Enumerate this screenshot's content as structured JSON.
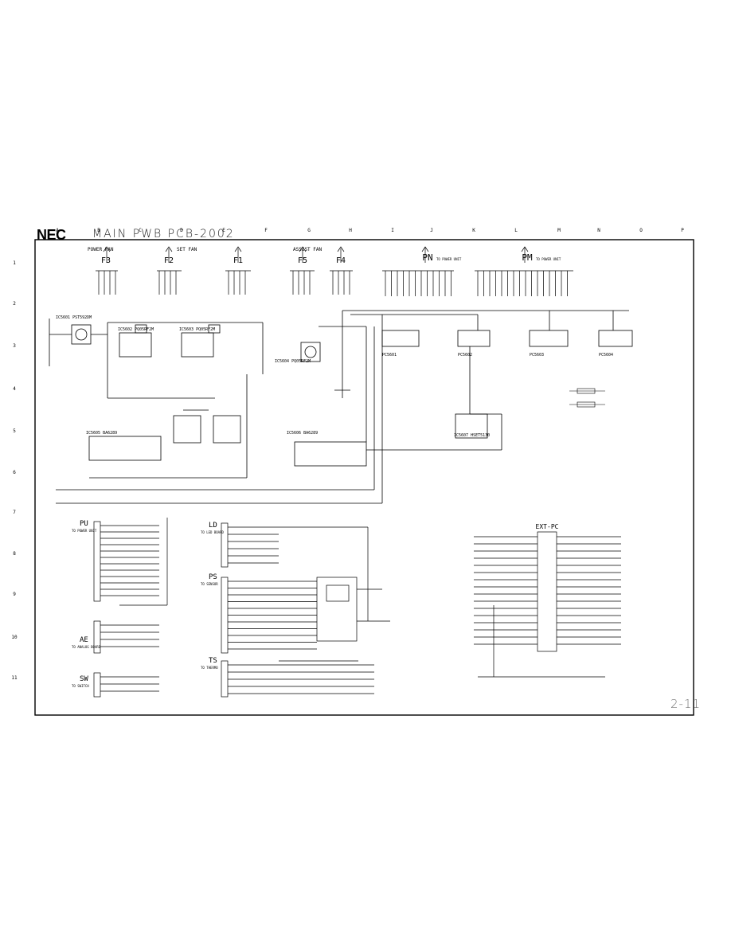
{
  "brand": "NEC",
  "title": "MAIN PWB  PCB-2002",
  "page_number": "2-11",
  "column_labels": [
    "A",
    "B",
    "C",
    "D",
    "E",
    "F",
    "G",
    "H",
    "I",
    "J",
    "K",
    "L",
    "M",
    "N",
    "O",
    "P"
  ],
  "row_labels": [
    "1",
    "2",
    "3",
    "4",
    "5",
    "6",
    "7",
    "8",
    "9",
    "10",
    "11"
  ],
  "fan_groups": [
    {
      "label": "POWER FAN",
      "connector": "F3"
    },
    {
      "label": "SET FAN",
      "connector": "F2"
    },
    {
      "label": "",
      "connector": "F1"
    },
    {
      "label": "ASSIST FAN",
      "connector": "F5"
    },
    {
      "label": "",
      "connector": "F4"
    }
  ],
  "top_connectors": [
    {
      "name": "PN",
      "note": "TO POWER UNIT"
    },
    {
      "name": "PM",
      "note": "TO POWER UNIT"
    }
  ],
  "ic_labels": [
    "IC5601 PST592DM",
    "IC5602 PQ05RF2M",
    "IC5603 PQ05RF2M",
    "IC5604 PQ05RF2M",
    "IC5605 BA6289",
    "IC5606 BA6289",
    "PC5601",
    "PC5602",
    "PC5603",
    "PC5604",
    "IC5607 HSET5130"
  ],
  "left_connectors": [
    {
      "name": "PU",
      "note": "TO POWER UNIT"
    },
    {
      "name": "AE",
      "note": "TO ANALOG BOARD"
    },
    {
      "name": "SW",
      "note": "TO SWITCH"
    }
  ],
  "middle_connectors": [
    {
      "name": "LD",
      "note": "TO LED BOARD"
    },
    {
      "name": "PS",
      "note": "TO SENSOR"
    },
    {
      "name": "TS",
      "note": "TO THERMO"
    }
  ],
  "right_connector": {
    "name": "EXT-PC",
    "note": ""
  }
}
